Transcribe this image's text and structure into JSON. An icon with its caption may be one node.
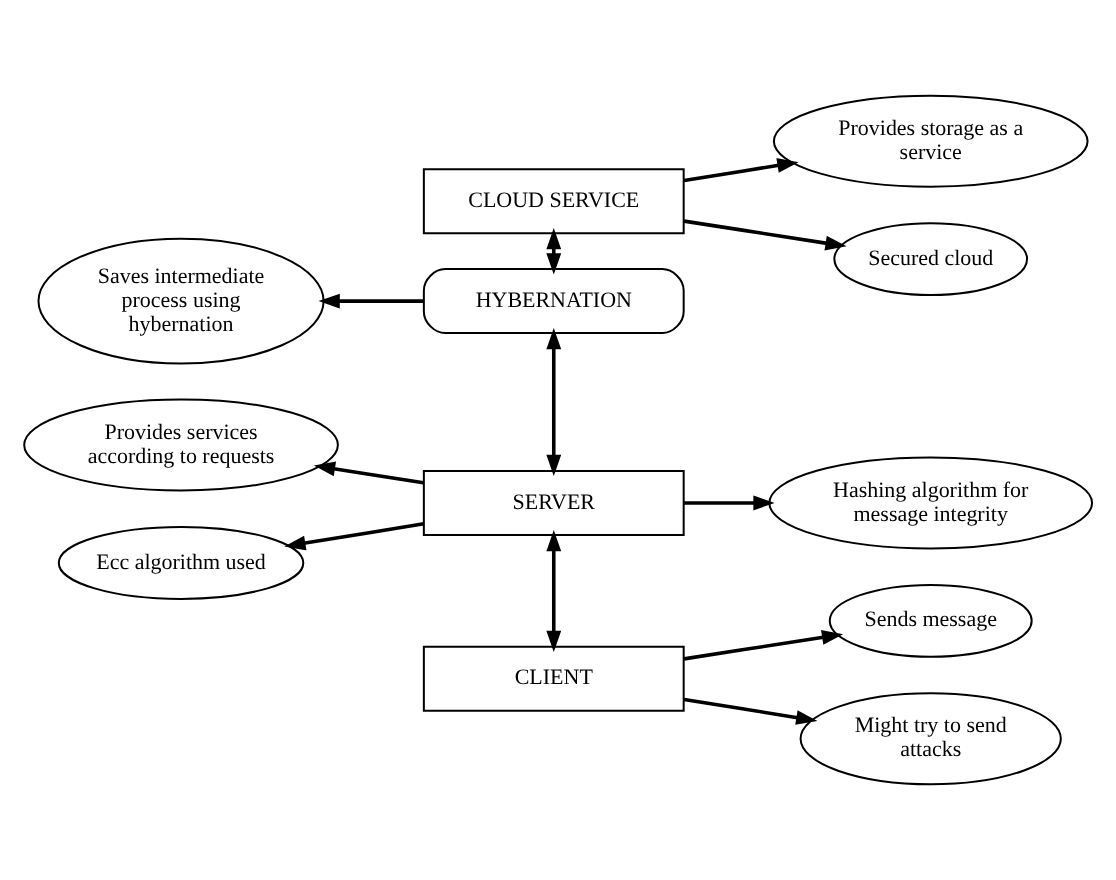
{
  "diagram": {
    "nodes": [
      {
        "text": [
          "CLOUD SERVICE"
        ]
      },
      {
        "text": [
          "Provides storage as a service"
        ]
      },
      {
        "text": [
          "Secured cloud"
        ]
      },
      {
        "text": [
          "HYBERNATION"
        ]
      },
      {
        "text": [
          "Saves intermediate process using hybernation"
        ]
      },
      {
        "text": [
          "SERVER"
        ]
      },
      {
        "text": [
          "Provides services according to requests"
        ]
      },
      {
        "text": [
          "Hashing algorithm for message integrity"
        ]
      },
      {
        "text": [
          "Ecc algorithm used"
        ]
      },
      {
        "text": [
          "CLIENT"
        ]
      },
      {
        "text": [
          "Sends message"
        ]
      },
      {
        "text": [
          "Might try to send attacks"
        ]
      }
    ],
    "edges": [
      {
        "from": 0,
        "to": 1,
        "arrow": "to"
      },
      {
        "from": 0,
        "to": 2,
        "arrow": "to"
      },
      {
        "from": 0,
        "to": 3,
        "arrow": "both"
      },
      {
        "from": 3,
        "to": 4,
        "arrow": "to"
      },
      {
        "from": 3,
        "to": 5,
        "arrow": "both"
      },
      {
        "from": 5,
        "to": 6,
        "arrow": "to"
      },
      {
        "from": 5,
        "to": 7,
        "arrow": "to"
      },
      {
        "from": 5,
        "to": 8,
        "arrow": "to"
      },
      {
        "from": 5,
        "to": 9,
        "arrow": "both"
      },
      {
        "from": 9,
        "to": 10,
        "arrow": "to"
      },
      {
        "from": 9,
        "to": 11,
        "arrow": "to"
      }
    ]
  }
}
